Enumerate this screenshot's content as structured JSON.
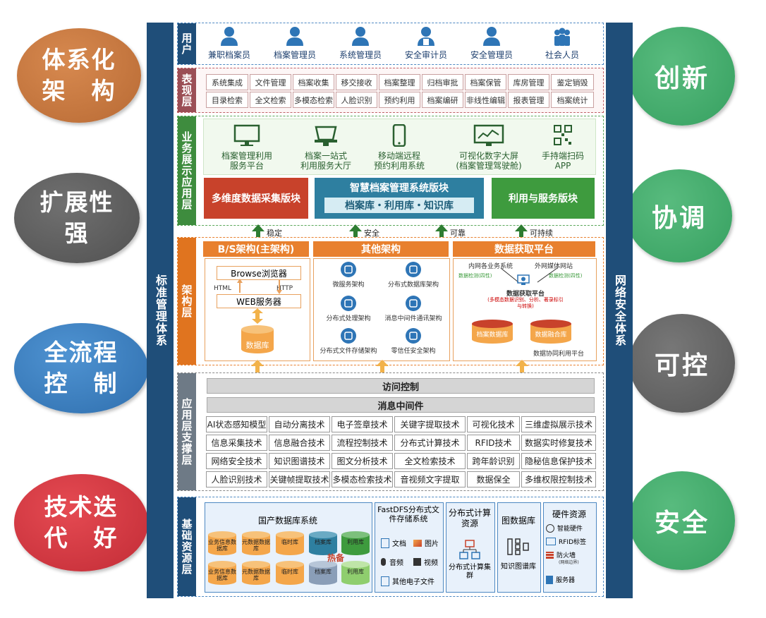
{
  "left_ovals": [
    "体系化\n架　构",
    "扩展性\n强",
    "全流程\n控　制",
    "技术迭\n代　好"
  ],
  "right_ovals": [
    "创新",
    "协调",
    "可控",
    "安全"
  ],
  "left_bar": "标准管理体系",
  "right_bar": "网络安全体系",
  "layers": {
    "user": "用户",
    "presentation": "表现层",
    "business": "业务展示应用层",
    "architecture": "架构层",
    "support": "应用层支撑层",
    "base": "基础资源层"
  },
  "users": [
    "兼职档案员",
    "档案管理员",
    "系统管理员",
    "安全审计员",
    "安全管理员",
    "社会人员"
  ],
  "presentation_row1": [
    "系统集成",
    "文件管理",
    "档案收集",
    "移交接收",
    "档案整理",
    "归档审批",
    "档案保管",
    "库房管理",
    "鉴定销毁"
  ],
  "presentation_row2": [
    "目录检索",
    "全文检索",
    "多模态检索",
    "人脸识别",
    "预约利用",
    "档案编研",
    "非线性编辑",
    "报表管理",
    "档案统计"
  ],
  "business_items": [
    {
      "l1": "档案管理利用",
      "l2": "服务平台"
    },
    {
      "l1": "档案一站式",
      "l2": "利用服务大厅"
    },
    {
      "l1": "移动端远程",
      "l2": "预约利用系统"
    },
    {
      "l1": "可视化数字大屏",
      "l2": "(档案管理驾驶舱)"
    },
    {
      "l1": "手持端扫码",
      "l2": "APP"
    }
  ],
  "business_modules": {
    "left": "多维度数据采集版块",
    "center_title": "智慧档案管理系统版块",
    "center_sub": "档案库・利用库・知识库",
    "right": "利用与服务版块"
  },
  "arrow_labels": [
    "稳定",
    "安全",
    "可靠",
    "可持续"
  ],
  "arch": {
    "bs": {
      "title": "B/S架构(主架构)",
      "browser": "Browse浏览器",
      "html": "HTML",
      "http": "HTTP",
      "web": "WEB服务器",
      "db": "数据库"
    },
    "other": {
      "title": "其他架构",
      "items": [
        "微服务架构",
        "分布式数据库架构",
        "分布式处理架构",
        "消息中间件通讯架构",
        "分布式文件存储架构",
        "零信任安全架构"
      ]
    },
    "platform": {
      "title": "数据获取平台",
      "src1": "内网各业务系统",
      "src2": "外网媒体网站",
      "check1": "数据检测(四性)",
      "check2": "数据检测(四性)",
      "center": "数据获取平台",
      "center_note": "(多模态数据识别、分析、著录标引与转换)",
      "db1": "档案数据库",
      "db2": "数据融合库",
      "out": "数据协同利用平台"
    }
  },
  "support": {
    "bar1": "访问控制",
    "bar2": "消息中间件",
    "rows": [
      [
        "AI状态感知模型",
        "自动分离技术",
        "电子签章技术",
        "关键字提取技术",
        "可视化技术",
        "三维虚拟展示技术"
      ],
      [
        "信息采集技术",
        "信息融合技术",
        "流程控制技术",
        "分布式计算技术",
        "RFID技术",
        "数据实时修复技术"
      ],
      [
        "网络安全技术",
        "知识图谱技术",
        "图文分析技术",
        "全文检索技术",
        "跨年龄识别",
        "隐秘信息保护技术"
      ],
      [
        "人脸识别技术",
        "关键帧提取技术",
        "多模态检索技术",
        "音视频文字提取",
        "数据保全",
        "多维权限控制技术"
      ]
    ]
  },
  "base": {
    "db_title": "国产数据库系统",
    "db_top": [
      "业务信息数据库",
      "元数据数据库",
      "临时库",
      "档案库",
      "利用库"
    ],
    "db_bottom": [
      "业务信息数据库",
      "元数据数据库",
      "临时库",
      "档案库",
      "利用库"
    ],
    "hot_backup": "热备",
    "fastdfs_title": "FastDFS分布式文件存储系统",
    "fastdfs_items": [
      "文档",
      "图片",
      "音频",
      "视频",
      "其他电子文件"
    ],
    "compute_title": "分布式计算资源",
    "compute_item": "分布式计算集群",
    "graph_title": "图数据库",
    "graph_item": "知识图谱库",
    "hw_title": "硬件资源",
    "hw_items": [
      "智能硬件",
      "RFID标签",
      "防火墙",
      "服务器"
    ],
    "hw_note": "(网络边界)"
  },
  "colors": {
    "navy": "#1f4e79",
    "orange": "#e8802e",
    "green": "#3e9b3e",
    "teal": "#2e7fa0",
    "gray": "#6e7a86",
    "maroon": "#9b4e55"
  }
}
